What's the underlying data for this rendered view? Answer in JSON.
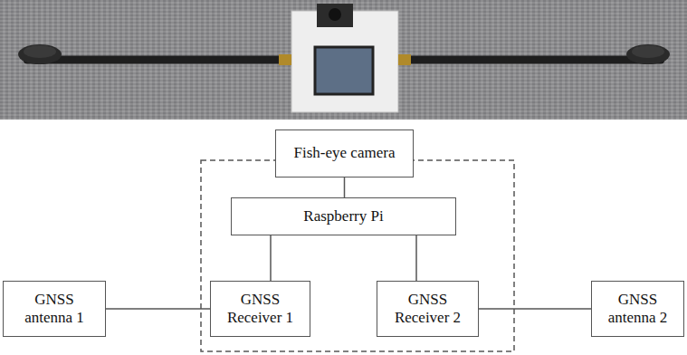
{
  "diagram": {
    "nodes": [
      {
        "text": [
          "Fish-eye camera"
        ]
      },
      {
        "text": [
          "Raspberry Pi"
        ]
      },
      {
        "text": [
          "GNSS antenna 1"
        ]
      },
      {
        "text": [
          "GNSS Receiver 1"
        ]
      },
      {
        "text": [
          "GNSS Receiver 2"
        ]
      },
      {
        "text": [
          "GNSS antenna 2"
        ]
      }
    ],
    "edges": [
      {
        "from": 0,
        "to": 1,
        "arrow": "none"
      },
      {
        "from": 1,
        "to": 3,
        "arrow": "none"
      },
      {
        "from": 1,
        "to": 4,
        "arrow": "none"
      },
      {
        "from": 2,
        "to": 3,
        "arrow": "none"
      },
      {
        "from": 4,
        "to": 5,
        "arrow": "none"
      }
    ]
  }
}
